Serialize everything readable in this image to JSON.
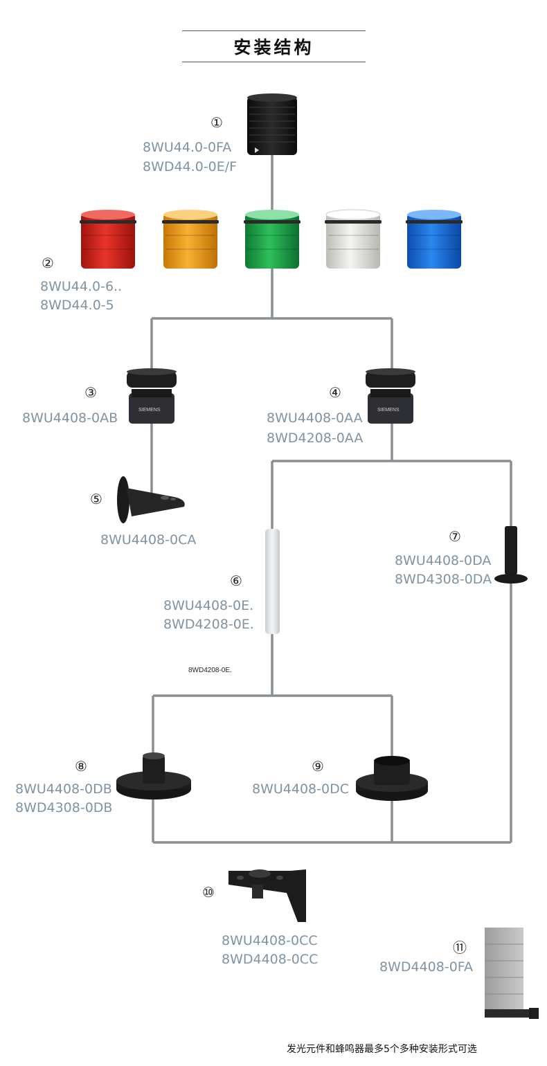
{
  "title": "安装结构",
  "footer": "发光元件和蜂鸣器最多5个多种安装形式可选",
  "note": "8WD4208-0E.",
  "items": [
    {
      "num": "①",
      "lines": [
        "8WU44.0-0FA",
        "8WD44.0-0E/F"
      ]
    },
    {
      "num": "②",
      "lines": [
        "8WU44.0-6..",
        "8WD44.0-5"
      ]
    },
    {
      "num": "③",
      "lines": [
        "8WU4408-0AB"
      ]
    },
    {
      "num": "④",
      "lines": [
        "8WU4408-0AA",
        "8WD4208-0AA"
      ]
    },
    {
      "num": "⑤",
      "lines": [
        "8WU4408-0CA"
      ]
    },
    {
      "num": "⑥",
      "lines": [
        "8WU4408-0E.",
        "8WD4208-0E."
      ]
    },
    {
      "num": "⑦",
      "lines": [
        "8WU4408-0DA",
        "8WD4308-0DA"
      ]
    },
    {
      "num": "⑧",
      "lines": [
        "8WU4408-0DB",
        "8WD4308-0DB"
      ]
    },
    {
      "num": "⑨",
      "lines": [
        "8WU4408-0DC"
      ]
    },
    {
      "num": "⑩",
      "lines": [
        "8WU4408-0CC",
        "8WD4408-0CC"
      ]
    },
    {
      "num": "⑪",
      "lines": [
        "8WD4408-0FA"
      ]
    }
  ],
  "brand": "SIEMENS",
  "light_colors": [
    "#d4261e",
    "#f0a020",
    "#1fa34a",
    "#e8e8e4",
    "#1a6fd6"
  ],
  "connector_color": "#8a8f94"
}
